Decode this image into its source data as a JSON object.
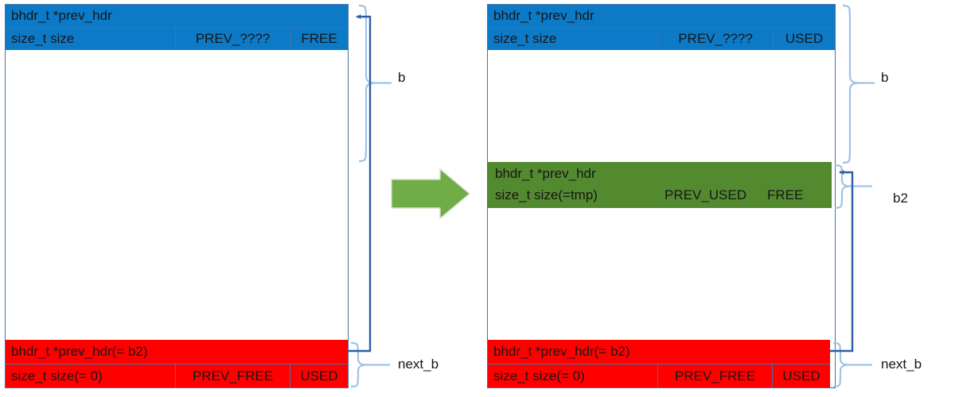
{
  "title": "Heap block split diagram (malloc bhdr_t)",
  "colors": {
    "header_blue": "#0d7ac7",
    "footer_red": "#fe0000",
    "split_green": "#538a30",
    "outline_blue": "#4472a8",
    "brace_blue": "#9dc3e6",
    "arrow_blue": "#2e5fa3",
    "transition_arrow_green": "#70ad47",
    "text": "#161616"
  },
  "left": {
    "name": "before-split",
    "top_header": {
      "line1": "bhdr_t *prev_hdr",
      "line2_field": "size_t size",
      "line2_prev_flag": "PREV_????",
      "line2_use_flag": "FREE"
    },
    "bottom_footer": {
      "line1": "bhdr_t *prev_hdr(= b2)",
      "line2_field": "size_t size(= 0)",
      "line2_prev_flag": "PREV_FREE",
      "line2_use_flag": "USED"
    },
    "brace_labels": {
      "block": "b",
      "next": "next_b"
    }
  },
  "transition": {
    "arrow_name": "split-transition-arrow"
  },
  "right": {
    "name": "after-split",
    "top_header": {
      "line1": "bhdr_t *prev_hdr",
      "line2_field": "size_t size",
      "line2_prev_flag": "PREV_????",
      "line2_use_flag": "USED"
    },
    "split_header": {
      "line1": "bhdr_t *prev_hdr",
      "line2_field": "size_t size(=tmp)",
      "line2_prev_flag": "PREV_USED",
      "line2_use_flag": "FREE"
    },
    "bottom_footer": {
      "line1": "bhdr_t *prev_hdr(= b2)",
      "line2_field": "size_t size(= 0)",
      "line2_prev_flag": "PREV_FREE",
      "line2_use_flag": "USED"
    },
    "brace_labels": {
      "block": "b",
      "split_block": "b2",
      "next": "next_b"
    }
  }
}
